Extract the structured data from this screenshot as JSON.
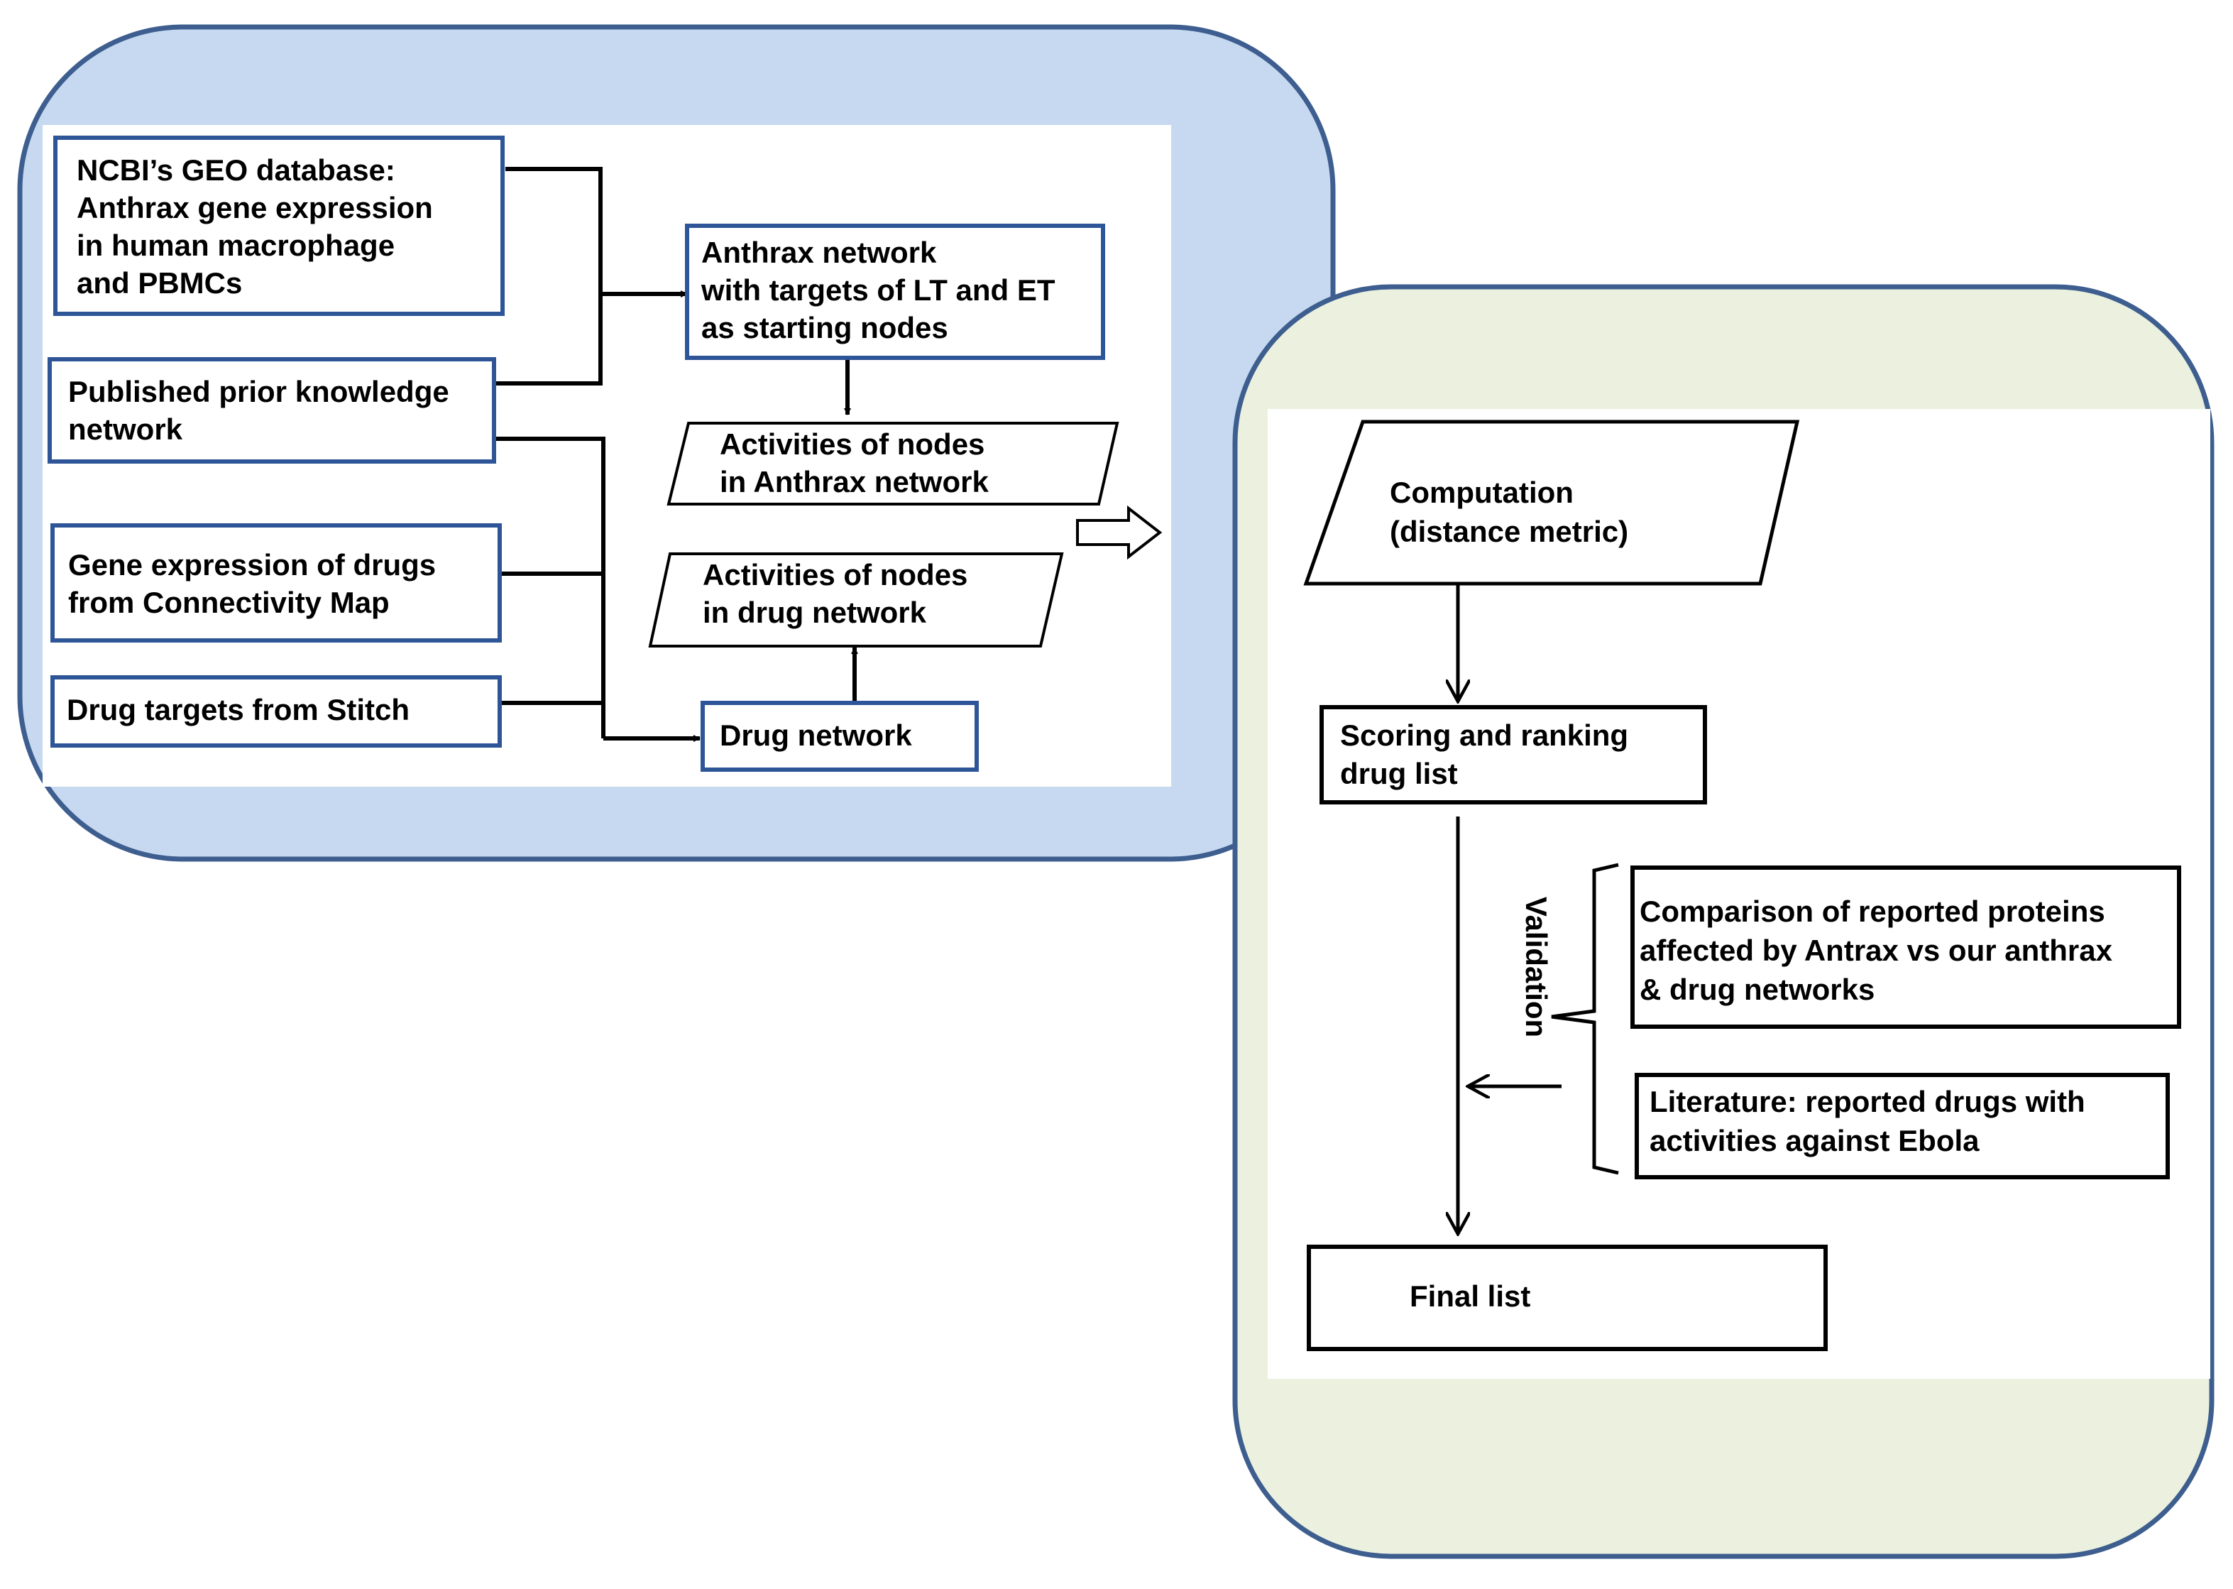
{
  "left_panel": {
    "geo_box": {
      "lines": [
        "NCBI’s GEO database:",
        "Anthrax gene expression",
        "in human macrophage",
        "and PBMCs"
      ]
    },
    "prior_box": {
      "lines": [
        "Published prior knowledge",
        "network"
      ]
    },
    "cmap_box": {
      "lines": [
        "Gene expression of drugs",
        "from Connectivity Map"
      ]
    },
    "stitch_box": {
      "lines": [
        "Drug targets from Stitch"
      ]
    },
    "anthrax_network_box": {
      "lines": [
        "Anthrax network",
        "with targets of LT and ET",
        "as starting nodes"
      ]
    },
    "activities_anthrax": {
      "lines": [
        "Activities of nodes",
        "in Anthrax network"
      ]
    },
    "activities_drug": {
      "lines": [
        "Activities of nodes",
        "in drug network"
      ]
    },
    "drug_network_box": {
      "lines": [
        "Drug network"
      ]
    }
  },
  "right_panel": {
    "computation": {
      "lines": [
        "Computation",
        "(distance metric)"
      ]
    },
    "scoring": {
      "lines": [
        "Scoring and ranking",
        "drug list"
      ]
    },
    "validation_label": "Validation",
    "comparison": {
      "lines": [
        "Comparison of reported proteins",
        "affected by Antrax  vs our anthrax",
        "& drug networks"
      ]
    },
    "literature": {
      "lines": [
        "Literature: reported drugs  with",
        "activities  against Ebola"
      ]
    },
    "final": {
      "lines": [
        "Final list"
      ]
    }
  },
  "colors": {
    "left_panel_bg": "#c6d9f0",
    "right_panel_bg": "#ebf1de",
    "panel_border": "#3d5e8f",
    "left_box_border": "#2e5597",
    "right_box_border": "#000000"
  }
}
